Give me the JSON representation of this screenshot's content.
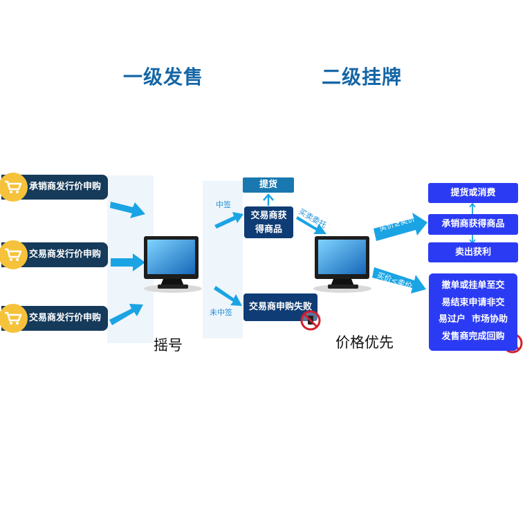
{
  "headings": {
    "primary": "一级发售",
    "secondary": "二级挂牌"
  },
  "applicants": [
    {
      "label": "承销商发行价申购"
    },
    {
      "label": "交易商发行价申购"
    },
    {
      "label": "交易商发行价申购"
    }
  ],
  "lottery": {
    "caption": "摇号",
    "won_label": "中签",
    "lost_label": "未中签"
  },
  "results": {
    "pickup": "提货",
    "obtain_line1": "交易商获",
    "obtain_line2": "得商品",
    "failed": "交易商申购失败"
  },
  "trading": {
    "caption": "价格优先",
    "delegate_label": "买卖委托",
    "buy_ge_sell": "买价≥卖价",
    "buy_lt_sell": "买价<卖价"
  },
  "outcomes": {
    "pickup_consume": "提货或消费",
    "underwriter_obtain": "承销商获得商品",
    "sell_profit": "卖出获利",
    "cancel_lines": [
      "撤单或挂单至交",
      "易结束申请非交",
      "易过户  市场协助",
      "发售商完成回购"
    ]
  },
  "colors": {
    "heading": "#1566a6",
    "arrow": "#1aa4e4",
    "navy": "#0f3c74",
    "blue": "#2b3bf4",
    "cart": "#f6c23b",
    "pill": "#153a5a"
  },
  "icons": [
    "shopping-cart-icon",
    "computer-monitor-icon",
    "no-entry-icon",
    "arrow-icon"
  ]
}
